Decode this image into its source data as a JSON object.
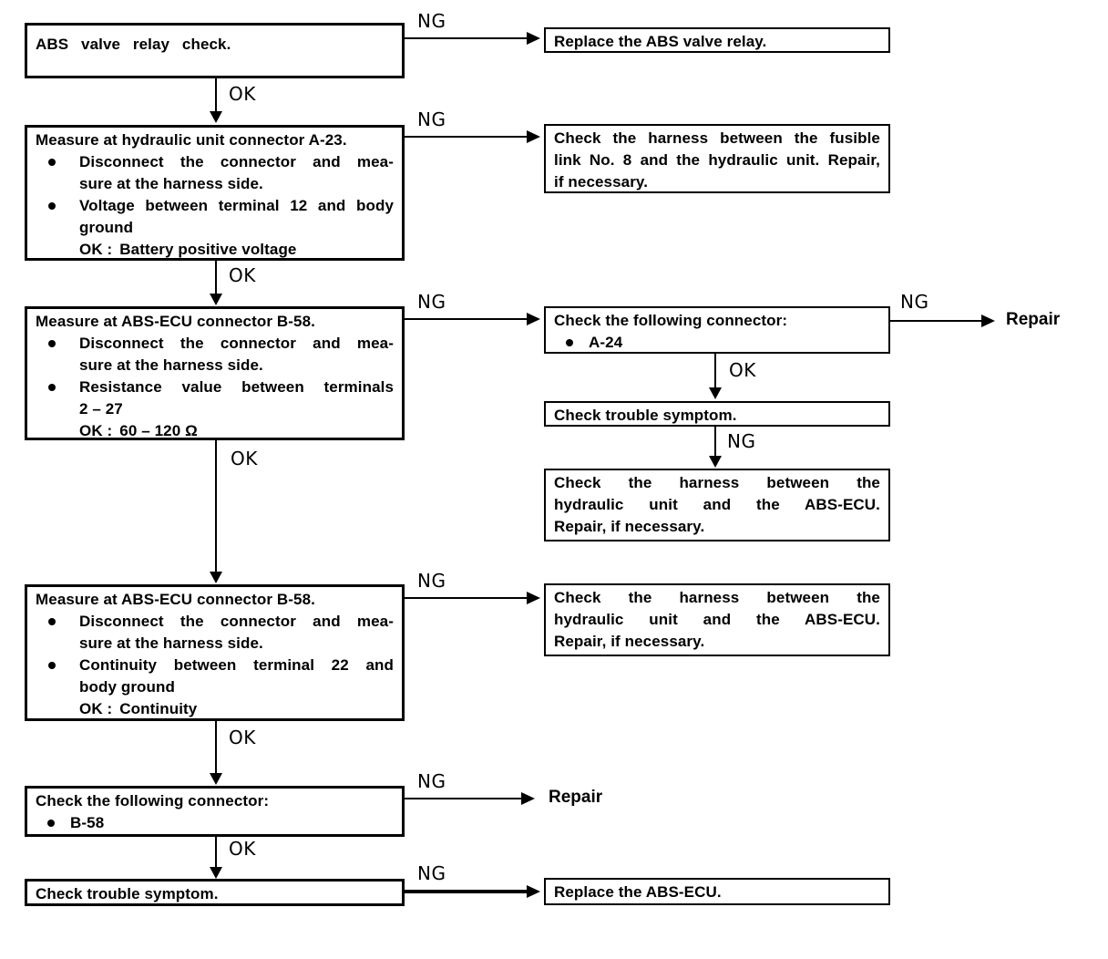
{
  "palette": {
    "ink": "#000000",
    "paper": "#ffffff"
  },
  "labels": {
    "ng": "NG",
    "ok": "OK"
  },
  "flow": {
    "b1": {
      "text": "ABS valve relay check."
    },
    "r1": {
      "text": "Replace the ABS valve relay."
    },
    "b2": {
      "title": "Measure at hydraulic unit connector A-23.",
      "bullet1_line1": "Disconnect the connector and mea-",
      "bullet1_line2": "sure at the harness side.",
      "bullet2_line1": "Voltage between terminal 12 and body",
      "bullet2_line2": "ground",
      "ok_key": "OK :",
      "ok_value": "Battery positive voltage"
    },
    "r2": {
      "lines": [
        "Check the harness between the fusible",
        "link No. 8 and the hydraulic unit. Repair,",
        "if necessary."
      ]
    },
    "b3": {
      "title": "Measure at ABS-ECU connector B-58.",
      "bullet1_line1": "Disconnect the connector and mea-",
      "bullet1_line2": "sure at the harness side.",
      "bullet2_line1": "Resistance value between terminals",
      "bullet2_line2": "2 – 27",
      "ok_key": "OK :",
      "ok_value": "60 – 120 Ω"
    },
    "r3": {
      "title": "Check the following connector:",
      "bullet": "A-24"
    },
    "repair1": "Repair",
    "r4": {
      "text": "Check trouble symptom."
    },
    "r5": {
      "lines": [
        "Check the harness between the",
        "hydraulic unit and the ABS-ECU.",
        "Repair, if necessary."
      ]
    },
    "b4": {
      "title": "Measure at ABS-ECU connector B-58.",
      "bullet1_line1": "Disconnect the connector and mea-",
      "bullet1_line2": "sure at the harness side.",
      "bullet2_line1": "Continuity between terminal 22 and",
      "bullet2_line2": "body ground",
      "ok_key": "OK :",
      "ok_value": "Continuity"
    },
    "r6": {
      "lines": [
        "Check the harness between the",
        "hydraulic unit and the ABS-ECU.",
        "Repair, if necessary."
      ]
    },
    "b5": {
      "title": "Check the following connector:",
      "bullet": "B-58"
    },
    "repair2": "Repair",
    "b6": {
      "text": "Check trouble symptom."
    },
    "r7": {
      "text": "Replace the ABS-ECU."
    }
  }
}
